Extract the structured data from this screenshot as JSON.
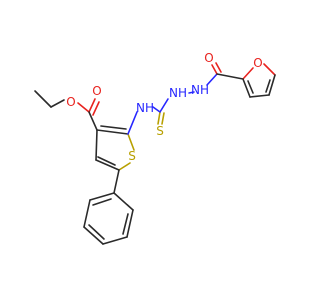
{
  "molecule": {
    "atoms": {
      "o_carbonyl_ester": {
        "label": "O",
        "color": "#e8231f"
      },
      "o_ester": {
        "label": "O",
        "color": "#e8231f"
      },
      "o_amide": {
        "label": "O",
        "color": "#e8231f"
      },
      "o_furan": {
        "label": "O",
        "color": "#e8231f"
      },
      "nh_thiourea": {
        "label": "NH",
        "color": "#2727ff"
      },
      "nh_hydrazine_1": {
        "label": "NH",
        "color": "#2727ff"
      },
      "nh_hydrazine_2": {
        "label": "NH",
        "color": "#2727ff"
      },
      "s_thioketone": {
        "label": "S",
        "color": "#b8a000"
      },
      "s_thiophene": {
        "label": "S",
        "color": "#b8a000"
      }
    }
  }
}
